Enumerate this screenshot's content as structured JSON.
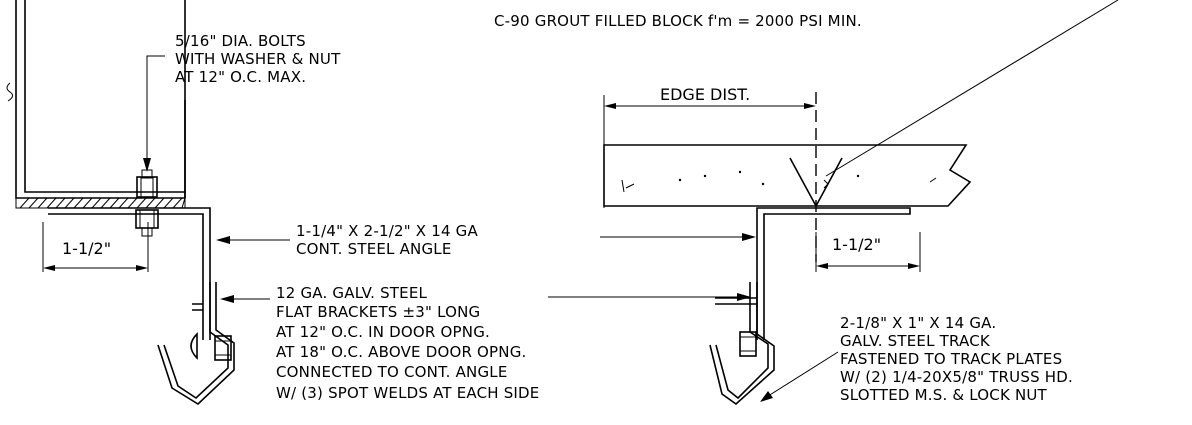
{
  "notes": {
    "grout_note": "C-90 GROUT FILLED BLOCK f'm = 2000 PSI MIN.",
    "bolts": [
      "5/16\" DIA. BOLTS",
      "WITH WASHER & NUT",
      "AT 12\" O.C. MAX."
    ],
    "angle": [
      "1-1/4\" X 2-1/2\" X 14 GA",
      "CONT. STEEL ANGLE"
    ],
    "brackets": [
      "12 GA. GALV. STEEL",
      "FLAT BRACKETS ±3\" LONG",
      "AT 12\" O.C. IN DOOR OPNG.",
      "AT 18\" O.C. ABOVE DOOR OPNG.",
      "CONNECTED TO CONT. ANGLE",
      "W/ (3) SPOT WELDS AT EACH SIDE"
    ],
    "track": [
      "2-1/8\" X 1\" X 14 GA.",
      "GALV. STEEL TRACK",
      "FASTENED TO TRACK PLATES",
      "W/ (2) 1/4-20X5/8\" TRUSS HD.",
      "SLOTTED M.S. & LOCK NUT"
    ]
  },
  "dimensions": {
    "left_offset": "1-1/2\"",
    "right_offset": "1-1/2\"",
    "edge_distance": "EDGE DIST."
  }
}
